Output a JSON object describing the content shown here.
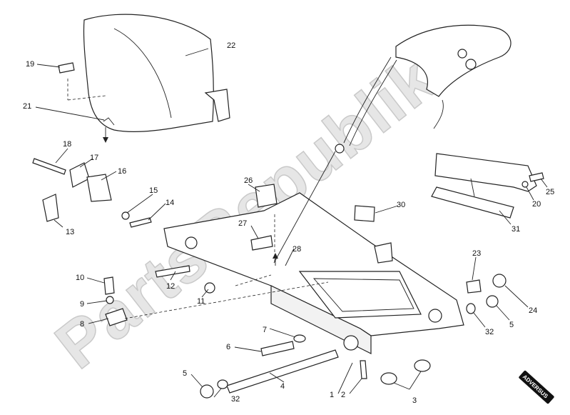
{
  "diagram": {
    "watermark": "PartsRepublik",
    "stamp": "ADVERSUS",
    "callouts": [
      "1",
      "2",
      "3",
      "4",
      "5",
      "5",
      "6",
      "7",
      "8",
      "9",
      "10",
      "11",
      "12",
      "13",
      "14",
      "15",
      "16",
      "17",
      "18",
      "19",
      "20",
      "21",
      "22",
      "23",
      "24",
      "25",
      "26",
      "27",
      "28",
      "30",
      "31",
      "32",
      "32"
    ]
  },
  "colors": {
    "line": "#222222",
    "watermark": "#e6e6e6",
    "background": "#ffffff"
  }
}
